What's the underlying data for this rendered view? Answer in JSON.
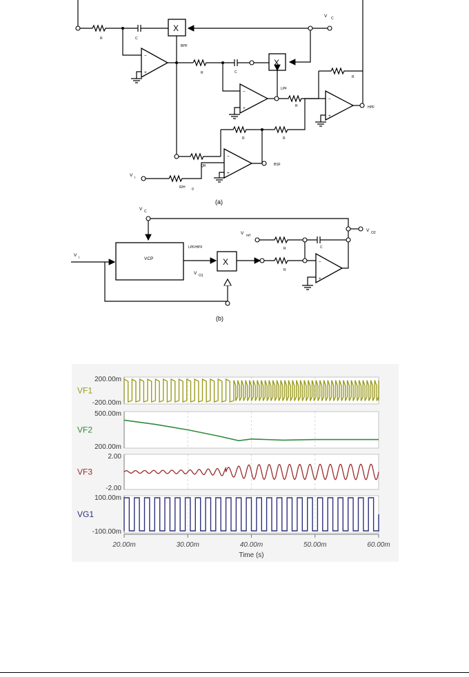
{
  "diagram_a": {
    "caption": "(a)",
    "mult_label": "X",
    "labels": {
      "r_in": "R",
      "c1": "C",
      "vc": "V",
      "vc_sub": "C",
      "bpf": "BPF",
      "r2": "R",
      "c2": "C",
      "lpf": "LPF",
      "r3": "R",
      "r_fb_hpf": "R",
      "hpf": "HPF",
      "r4": "R",
      "r5": "R",
      "qr": "QR",
      "bsf": "BSF",
      "vi": "V",
      "vi_sub": "i",
      "rh": "R/H",
      "rh_sub": "0"
    }
  },
  "diagram_b": {
    "caption": "(b)",
    "vc": "V",
    "vc_sub": "C",
    "vref": "V",
    "vref_sub": "ref",
    "vo2": "V",
    "vo2_sub": "O2",
    "vi": "V",
    "vi_sub": "i",
    "vcp": "VCP",
    "lpf_hpf": "LPF/HPF",
    "vo1": "V",
    "vo1_sub": "O1",
    "mult_label": "X",
    "r1": "R",
    "r2": "R",
    "c": "C"
  },
  "chart_data": {
    "type": "line",
    "xlabel": "Time (s)",
    "x_ticks": [
      "20.00m",
      "30.00m",
      "40.00m",
      "50.00m",
      "60.00m"
    ],
    "xlim": [
      0.02,
      0.06
    ],
    "grid": true,
    "colors": {
      "VF1": "#9a9a1e",
      "VF2": "#2f8a3a",
      "VF3": "#9a2a2a",
      "VG1": "#2c2f7a"
    },
    "panels": [
      {
        "name": "VF1",
        "y_top_label": "200.00m",
        "y_bottom_label": "-200.00m",
        "ylim": [
          -0.2,
          0.2
        ],
        "description_values": {
          "amplitude": 0.2,
          "periods_before_lock": 13,
          "freq_ratio_after": 2.0,
          "lock_time": 0.036
        }
      },
      {
        "name": "VF2",
        "y_top_label": "500.00m",
        "y_bottom_label": "200.00m",
        "ylim": [
          0.2,
          0.5
        ],
        "x": [
          0.02,
          0.025,
          0.03,
          0.035,
          0.038,
          0.04,
          0.045,
          0.05,
          0.055,
          0.06
        ],
        "y": [
          0.44,
          0.4,
          0.35,
          0.29,
          0.25,
          0.265,
          0.255,
          0.26,
          0.26,
          0.26
        ]
      },
      {
        "name": "VF3",
        "y_top_label": "2.00",
        "y_bottom_label": "-2.00",
        "ylim": [
          -2,
          2
        ],
        "x": [
          0.02,
          0.03,
          0.035,
          0.038,
          0.04,
          0.06
        ],
        "amplitude": [
          0.15,
          0.25,
          0.45,
          0.75,
          0.95,
          1.0
        ]
      },
      {
        "name": "VG1",
        "y_top_label": "100.00m",
        "y_bottom_label": "-100.00m",
        "ylim": [
          -0.1,
          0.1
        ],
        "amplitude": 0.1,
        "periods": 25
      }
    ]
  }
}
